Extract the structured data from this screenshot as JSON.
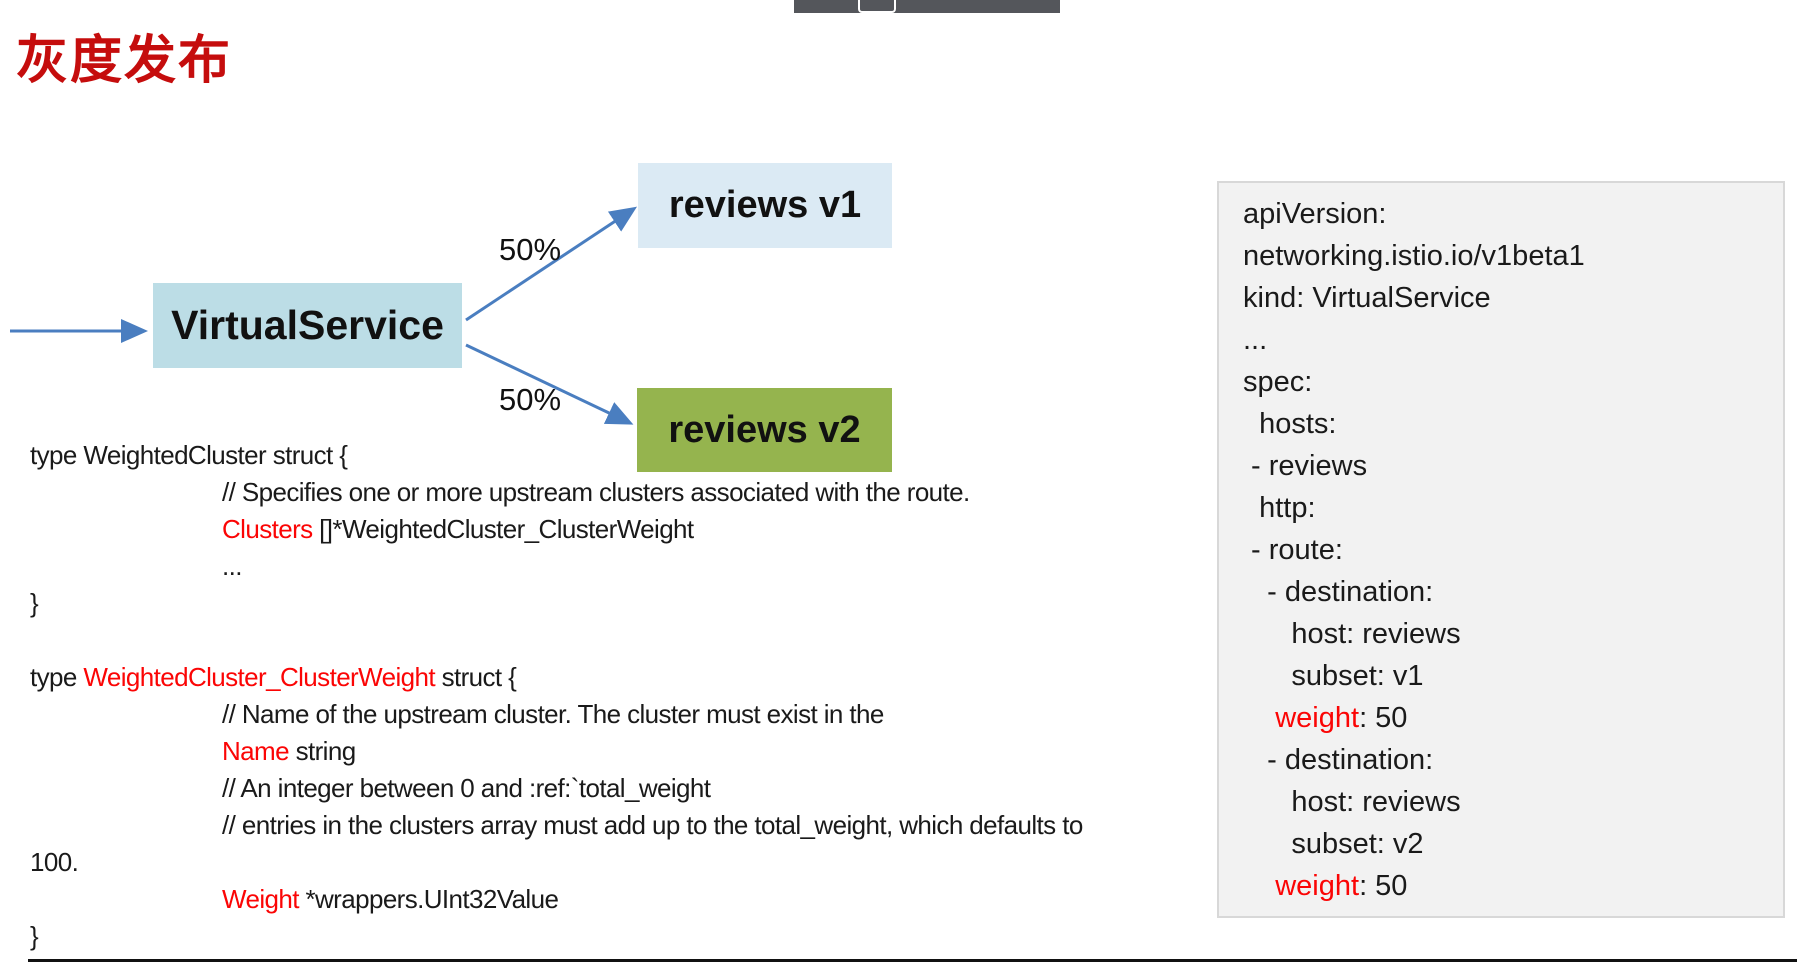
{
  "title": "灰度发布",
  "colors": {
    "title_red": "#c50d0d",
    "code_red": "#fb0505",
    "topbar_bg": "#54565b",
    "vs_fill": "#bcdde6",
    "v1_fill": "#dbeaf4",
    "v2_fill": "#95b44e",
    "arrow": "#4a7ec0",
    "panel_bg": "#f2f2f2",
    "panel_border": "#d8d8d8"
  },
  "topbar": {
    "icon": "screen-share-monitor-icon"
  },
  "diagram": {
    "source_label": "VirtualService",
    "targets": [
      {
        "label": "reviews v1",
        "weight": "50%"
      },
      {
        "label": "reviews v2",
        "weight": "50%"
      }
    ]
  },
  "go_code": {
    "lines": [
      {
        "indent": 0,
        "segments": [
          {
            "t": "type WeightedCluster struct {",
            "c": "k"
          }
        ]
      },
      {
        "indent": 1,
        "segments": [
          {
            "t": "// Specifies one or more upstream clusters associated with the route.",
            "c": "k"
          }
        ]
      },
      {
        "indent": 1,
        "segments": [
          {
            "t": "Clusters",
            "c": "red"
          },
          {
            "t": " []*WeightedCluster_ClusterWeight",
            "c": "k"
          }
        ]
      },
      {
        "indent": 1,
        "segments": [
          {
            "t": "...",
            "c": "k"
          }
        ]
      },
      {
        "indent": 0,
        "segments": [
          {
            "t": "}",
            "c": "k"
          }
        ]
      },
      {
        "indent": 0,
        "segments": []
      },
      {
        "indent": 0,
        "segments": [
          {
            "t": "type ",
            "c": "k"
          },
          {
            "t": "WeightedCluster_ClusterWeight",
            "c": "red"
          },
          {
            "t": " struct {",
            "c": "k"
          }
        ]
      },
      {
        "indent": 1,
        "segments": [
          {
            "t": "// Name of the upstream cluster. The cluster must exist in the",
            "c": "k"
          }
        ]
      },
      {
        "indent": 1,
        "segments": [
          {
            "t": "Name",
            "c": "red"
          },
          {
            "t": " string",
            "c": "k"
          }
        ]
      },
      {
        "indent": 1,
        "segments": [
          {
            "t": "// An integer between 0 and :ref:`total_weight",
            "c": "k"
          }
        ]
      },
      {
        "indent": 1,
        "segments": [
          {
            "t": "// entries in the clusters array must add up to the total_weight, which defaults to",
            "c": "k"
          }
        ]
      },
      {
        "indent": 0,
        "segments": [
          {
            "t": "100.",
            "c": "k"
          }
        ]
      },
      {
        "indent": 1,
        "segments": [
          {
            "t": "Weight",
            "c": "red"
          },
          {
            "t": " *wrappers.UInt32Value",
            "c": "k"
          }
        ]
      },
      {
        "indent": 0,
        "segments": [
          {
            "t": "}",
            "c": "k"
          }
        ]
      }
    ]
  },
  "yaml_panel": {
    "lines": [
      {
        "indent": 0,
        "segments": [
          {
            "t": "apiVersion:",
            "c": "k"
          }
        ]
      },
      {
        "indent": 0,
        "segments": [
          {
            "t": "networking.istio.io/v1beta1",
            "c": "k"
          }
        ]
      },
      {
        "indent": 0,
        "segments": [
          {
            "t": "kind: VirtualService",
            "c": "k"
          }
        ]
      },
      {
        "indent": 0,
        "segments": [
          {
            "t": "...",
            "c": "k"
          }
        ]
      },
      {
        "indent": 0,
        "segments": [
          {
            "t": "spec:",
            "c": "k"
          }
        ]
      },
      {
        "indent": 0,
        "segments": [
          {
            "t": "  hosts:",
            "c": "k"
          }
        ]
      },
      {
        "indent": 0,
        "segments": [
          {
            "t": " - reviews",
            "c": "k"
          }
        ]
      },
      {
        "indent": 0,
        "segments": [
          {
            "t": "  http:",
            "c": "k"
          }
        ]
      },
      {
        "indent": 0,
        "segments": [
          {
            "t": " - route:",
            "c": "k"
          }
        ]
      },
      {
        "indent": 0,
        "segments": [
          {
            "t": "   - destination:",
            "c": "k"
          }
        ]
      },
      {
        "indent": 0,
        "segments": [
          {
            "t": "      host: reviews",
            "c": "k"
          }
        ]
      },
      {
        "indent": 0,
        "segments": [
          {
            "t": "      subset: v1",
            "c": "k"
          }
        ]
      },
      {
        "indent": 0,
        "segments": [
          {
            "t": "    ",
            "c": "k"
          },
          {
            "t": "weight",
            "c": "red"
          },
          {
            "t": ": 50",
            "c": "k"
          }
        ]
      },
      {
        "indent": 0,
        "segments": [
          {
            "t": "   - destination:",
            "c": "k"
          }
        ]
      },
      {
        "indent": 0,
        "segments": [
          {
            "t": "      host: reviews",
            "c": "k"
          }
        ]
      },
      {
        "indent": 0,
        "segments": [
          {
            "t": "      subset: v2",
            "c": "k"
          }
        ]
      },
      {
        "indent": 0,
        "segments": [
          {
            "t": "    ",
            "c": "k"
          },
          {
            "t": "weight",
            "c": "red"
          },
          {
            "t": ": 50",
            "c": "k"
          }
        ]
      }
    ]
  }
}
